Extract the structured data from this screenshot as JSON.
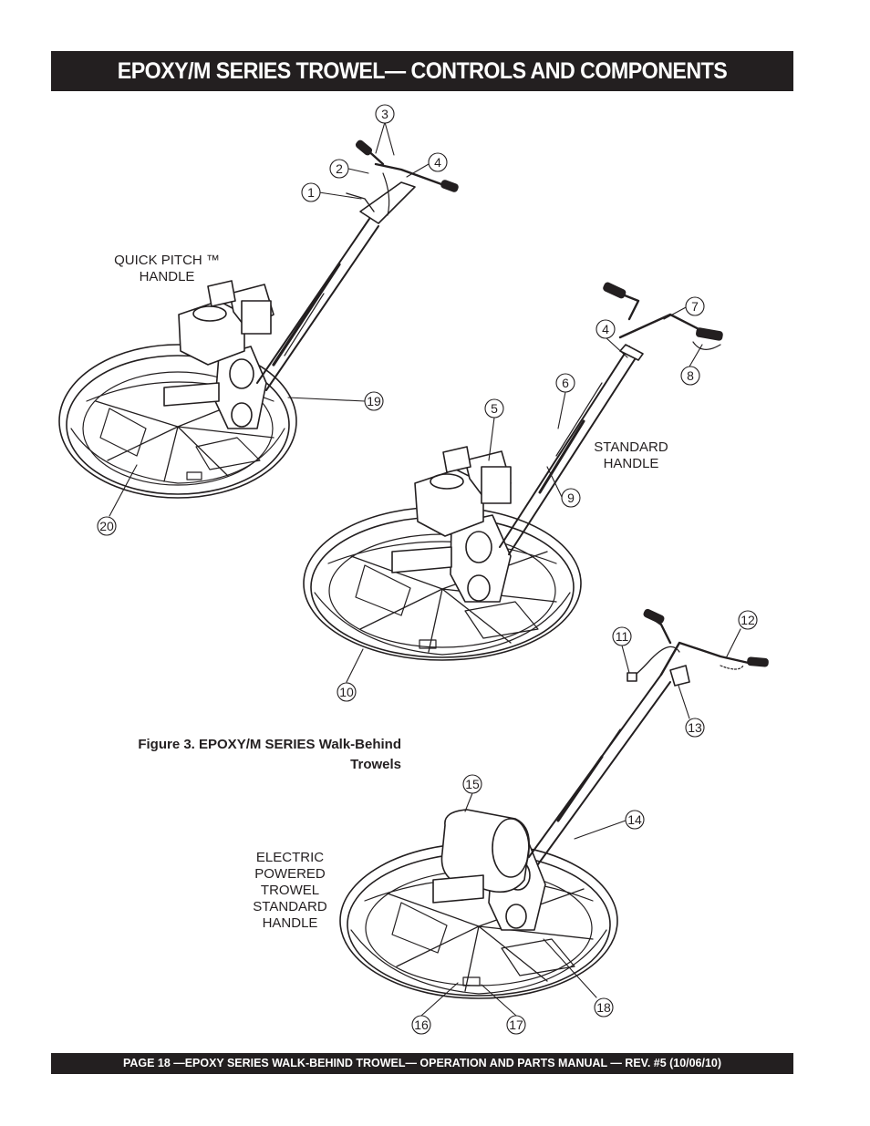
{
  "header": {
    "title": "EPOXY/M SERIES TROWEL— CONTROLS  AND COMPONENTS"
  },
  "labels": {
    "quick_pitch": [
      "QUICK PITCH ™",
      "HANDLE"
    ],
    "standard": [
      "STANDARD",
      "HANDLE"
    ],
    "electric": [
      "ELECTRIC",
      "POWERED",
      "TROWEL",
      "STANDARD",
      "HANDLE"
    ]
  },
  "caption": [
    "Figure 3. EPOXY/M SERIES Walk-Behind",
    "Trowels"
  ],
  "callouts": [
    "1",
    "2",
    "3",
    "4",
    "4",
    "5",
    "6",
    "7",
    "8",
    "9",
    "10",
    "11",
    "12",
    "13",
    "14",
    "15",
    "16",
    "17",
    "18",
    "19",
    "20"
  ],
  "footer": {
    "text": "PAGE 18 —EPOXY  SERIES WALK-BEHIND TROWEL— OPERATION AND PARTS MANUAL — REV. #5 (10/06/10)"
  }
}
